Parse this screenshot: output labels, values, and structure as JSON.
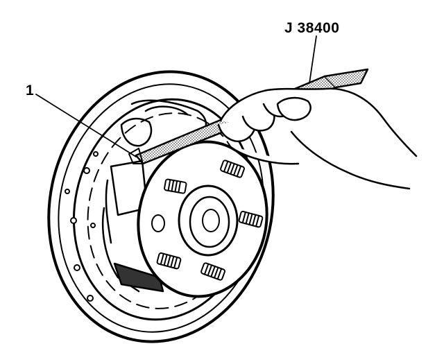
{
  "callouts": {
    "tool": "J 38400",
    "part": "1"
  },
  "colors": {
    "line": "#000000",
    "background": "#ffffff",
    "hatch": "#777777"
  },
  "icons": {
    "figure": "rear-brake-drum-hub-assembly-with-gauge-illustration"
  }
}
